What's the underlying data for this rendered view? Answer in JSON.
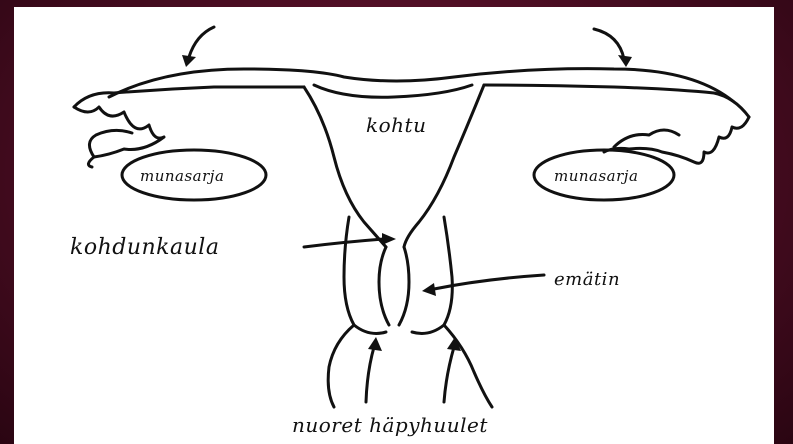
{
  "labels": {
    "uterus": "kohtu",
    "ovary_left": "munasarja",
    "ovary_right": "munasarja",
    "cervix": "kohdunkaula",
    "os": "emätin",
    "lips": "nuoret häpyhuulet"
  },
  "colors": {
    "frame": "#4a0d22",
    "panel": "#ffffff",
    "ink": "#111111"
  }
}
